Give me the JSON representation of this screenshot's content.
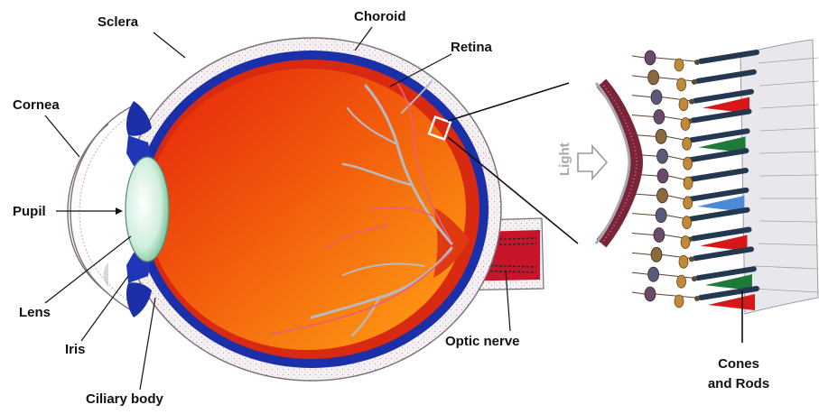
{
  "labels": {
    "sclera": "Sclera",
    "choroid": "Choroid",
    "retina": "Retina",
    "cornea": "Cornea",
    "pupil": "Pupil",
    "lens": "Lens",
    "iris": "Iris",
    "ciliary_body": "Ciliary body",
    "optic_nerve": "Optic nerve",
    "light": "Light",
    "cones_and_rods_line1": "Cones",
    "cones_and_rods_line2": "and Rods"
  },
  "colors": {
    "sclera": "#f3eef2",
    "choroid": "#1b2fa8",
    "retina": "#d82a10",
    "vitreous_dark": "#e8300c",
    "vitreous_light": "#ff9a10",
    "lens": "#c8ead4",
    "vessels": "#b8b8c0",
    "cone_red": "#d81818",
    "cone_green": "#1e7a3a",
    "cone_blue": "#4a8ad6",
    "rod": "#243852"
  }
}
